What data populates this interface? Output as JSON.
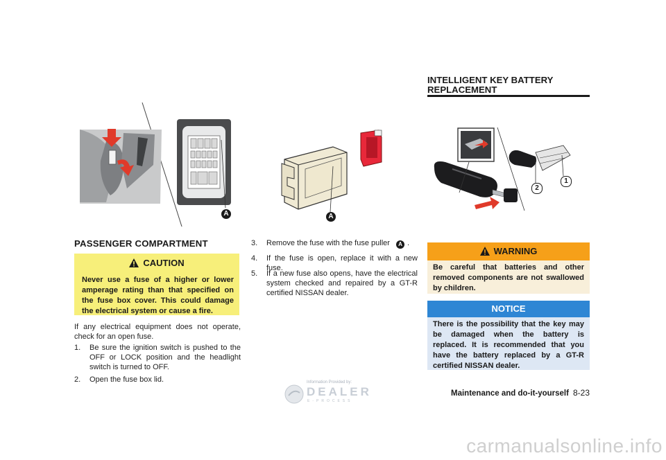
{
  "left_column": {
    "figure_callout": "A",
    "heading": "PASSENGER COMPARTMENT",
    "caution": {
      "label": "CAUTION",
      "text": "Never use a fuse of a higher or lower amperage rating than that specified on the fuse box cover. This could damage the electrical system or cause a fire."
    },
    "intro": "If any electrical equipment does not operate, check for an open fuse.",
    "steps": [
      {
        "num": "1.",
        "text": "Be sure the ignition switch is pushed to the OFF or LOCK position and the headlight switch is turned to OFF."
      },
      {
        "num": "2.",
        "text": "Open the fuse box lid."
      }
    ]
  },
  "middle_column": {
    "figure_callout": "A",
    "steps": [
      {
        "num": "3.",
        "text": "Remove the fuse with the fuse puller",
        "callout": "A",
        "after": "."
      },
      {
        "num": "4.",
        "text": "If the fuse is open, replace it with a new fuse."
      },
      {
        "num": "5.",
        "text": "If a new fuse also opens, have the electrical system checked and repaired by a GT-R certified NISSAN dealer."
      }
    ]
  },
  "right_column": {
    "heading": "INTELLIGENT KEY BATTERY REPLACEMENT",
    "figure_callouts": [
      "2",
      "1"
    ],
    "warning": {
      "label": "WARNING",
      "text": "Be careful that batteries and other removed components are not swallowed by children."
    },
    "notice": {
      "label": "NOTICE",
      "text": "There is the possibility that the key may be damaged when the battery is replaced. It is recommended that you have the battery replaced by a GT-R certified NISSAN dealer."
    }
  },
  "footer": {
    "section": "Maintenance and do-it-yourself",
    "page": "8-23"
  },
  "watermark": {
    "caption": "Information Provided by:",
    "brand": "DEALER",
    "sub": "E-PROCESS",
    "site": "carmanualsonline.info"
  },
  "colors": {
    "caution_bg": "#f7ef7a",
    "warning_bar": "#f6a019",
    "warning_bg": "#f8efda",
    "notice_bar": "#2e86d4",
    "notice_bg": "#dde7f4",
    "arrow_red": "#e03a2a"
  }
}
